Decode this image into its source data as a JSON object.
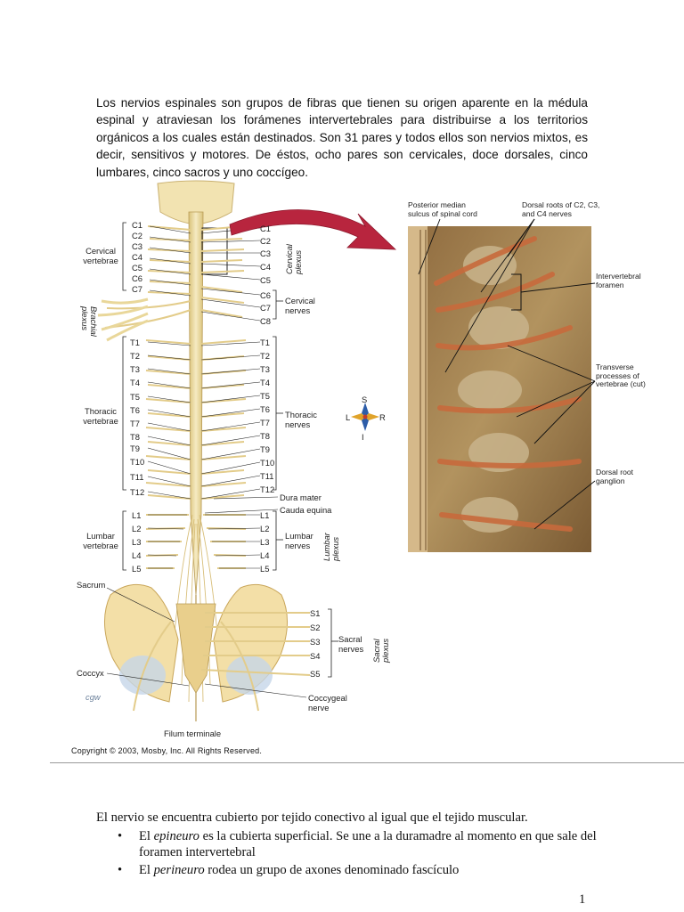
{
  "intro_paragraph": "Los nervios espinales son grupos de fibras que tienen su origen aparente en la médula espinal y atraviesan los forámenes intervertebrales para distribuirse a los territorios orgánicos a los cuales están destinados. Son 31 pares y todos ellos son nervios mixtos, es decir, sensitivos y motores. De éstos, ocho pares son cervicales, doce dorsales, cinco lumbares, cinco sacros y uno coccígeo.",
  "figure": {
    "left_cervical": [
      "C1",
      "C2",
      "C3",
      "C4",
      "C5",
      "C6",
      "C7"
    ],
    "left_thoracic": [
      "T1",
      "T2",
      "T3",
      "T4",
      "T5",
      "T6",
      "T7",
      "T8",
      "T9",
      "T10",
      "T11",
      "T12"
    ],
    "left_lumbar": [
      "L1",
      "L2",
      "L3",
      "L4",
      "L5"
    ],
    "right_cervical": [
      "C1",
      "C2",
      "C3",
      "C4",
      "C5",
      "C6",
      "C7",
      "C8"
    ],
    "right_thoracic": [
      "T1",
      "T2",
      "T3",
      "T4",
      "T5",
      "T6",
      "T7",
      "T8",
      "T9",
      "T10",
      "T11",
      "T12"
    ],
    "right_lumbar": [
      "L1",
      "L2",
      "L3",
      "L4",
      "L5"
    ],
    "right_sacral": [
      "S1",
      "S2",
      "S3",
      "S4",
      "S5"
    ],
    "groups": {
      "cervical_vertebrae": "Cervical vertebrae",
      "thoracic_vertebrae": "Thoracic vertebrae",
      "lumbar_vertebrae": "Lumbar vertebrae",
      "cervical_plexus": "Cervical plexus",
      "brachial_plexus": "Brachial plexus",
      "cervical_nerves": "Cervical nerves",
      "thoracic_nerves": "Thoracic nerves",
      "lumbar_nerves": "Lumbar nerves",
      "lumbar_plexus": "Lumbar plexus",
      "sacral_nerves": "Sacral nerves",
      "sacral_plexus": "Sacral plexus",
      "dura_mater": "Dura mater",
      "cauda_equina": "Cauda equina",
      "sacrum": "Sacrum",
      "coccyx": "Coccyx",
      "coccygeal_nerve": "Coccygeal nerve",
      "filum_terminale": "Filum terminale",
      "artist": "cgw"
    },
    "compass": {
      "s": "S",
      "i": "I",
      "l": "L",
      "r": "R"
    },
    "callouts": {
      "posterior_median": "Posterior median sulcus of spinal cord",
      "dorsal_roots": "Dorsal roots of C2, C3, and C4 nerves",
      "intervertebral": "Intervertebral foramen",
      "transverse": "Transverse processes of vertebrae (cut)",
      "dorsal_ganglion": "Dorsal root ganglion"
    },
    "copyright": "Copyright © 2003, Mosby, Inc. All Rights Reserved."
  },
  "body_text": "El nervio se encuentra cubierto por tejido conectivo al igual que el tejido muscular.",
  "bullets": [
    {
      "pre": "El ",
      "term": "epineuro",
      "post": " es la cubierta superficial. Se une a la duramadre al momento en que sale del foramen intervertebral"
    },
    {
      "pre": "El ",
      "term": "perineuro",
      "post": " rodea un grupo de axones denominado fascículo"
    }
  ],
  "bullet_glyph": "•",
  "page_number": "1",
  "colors": {
    "nerve": "#e9d79a",
    "cord": "#f1e2ae",
    "bone": "#f3dfa7",
    "arrow": "#b8253e",
    "photo": "#9b7a4c"
  }
}
